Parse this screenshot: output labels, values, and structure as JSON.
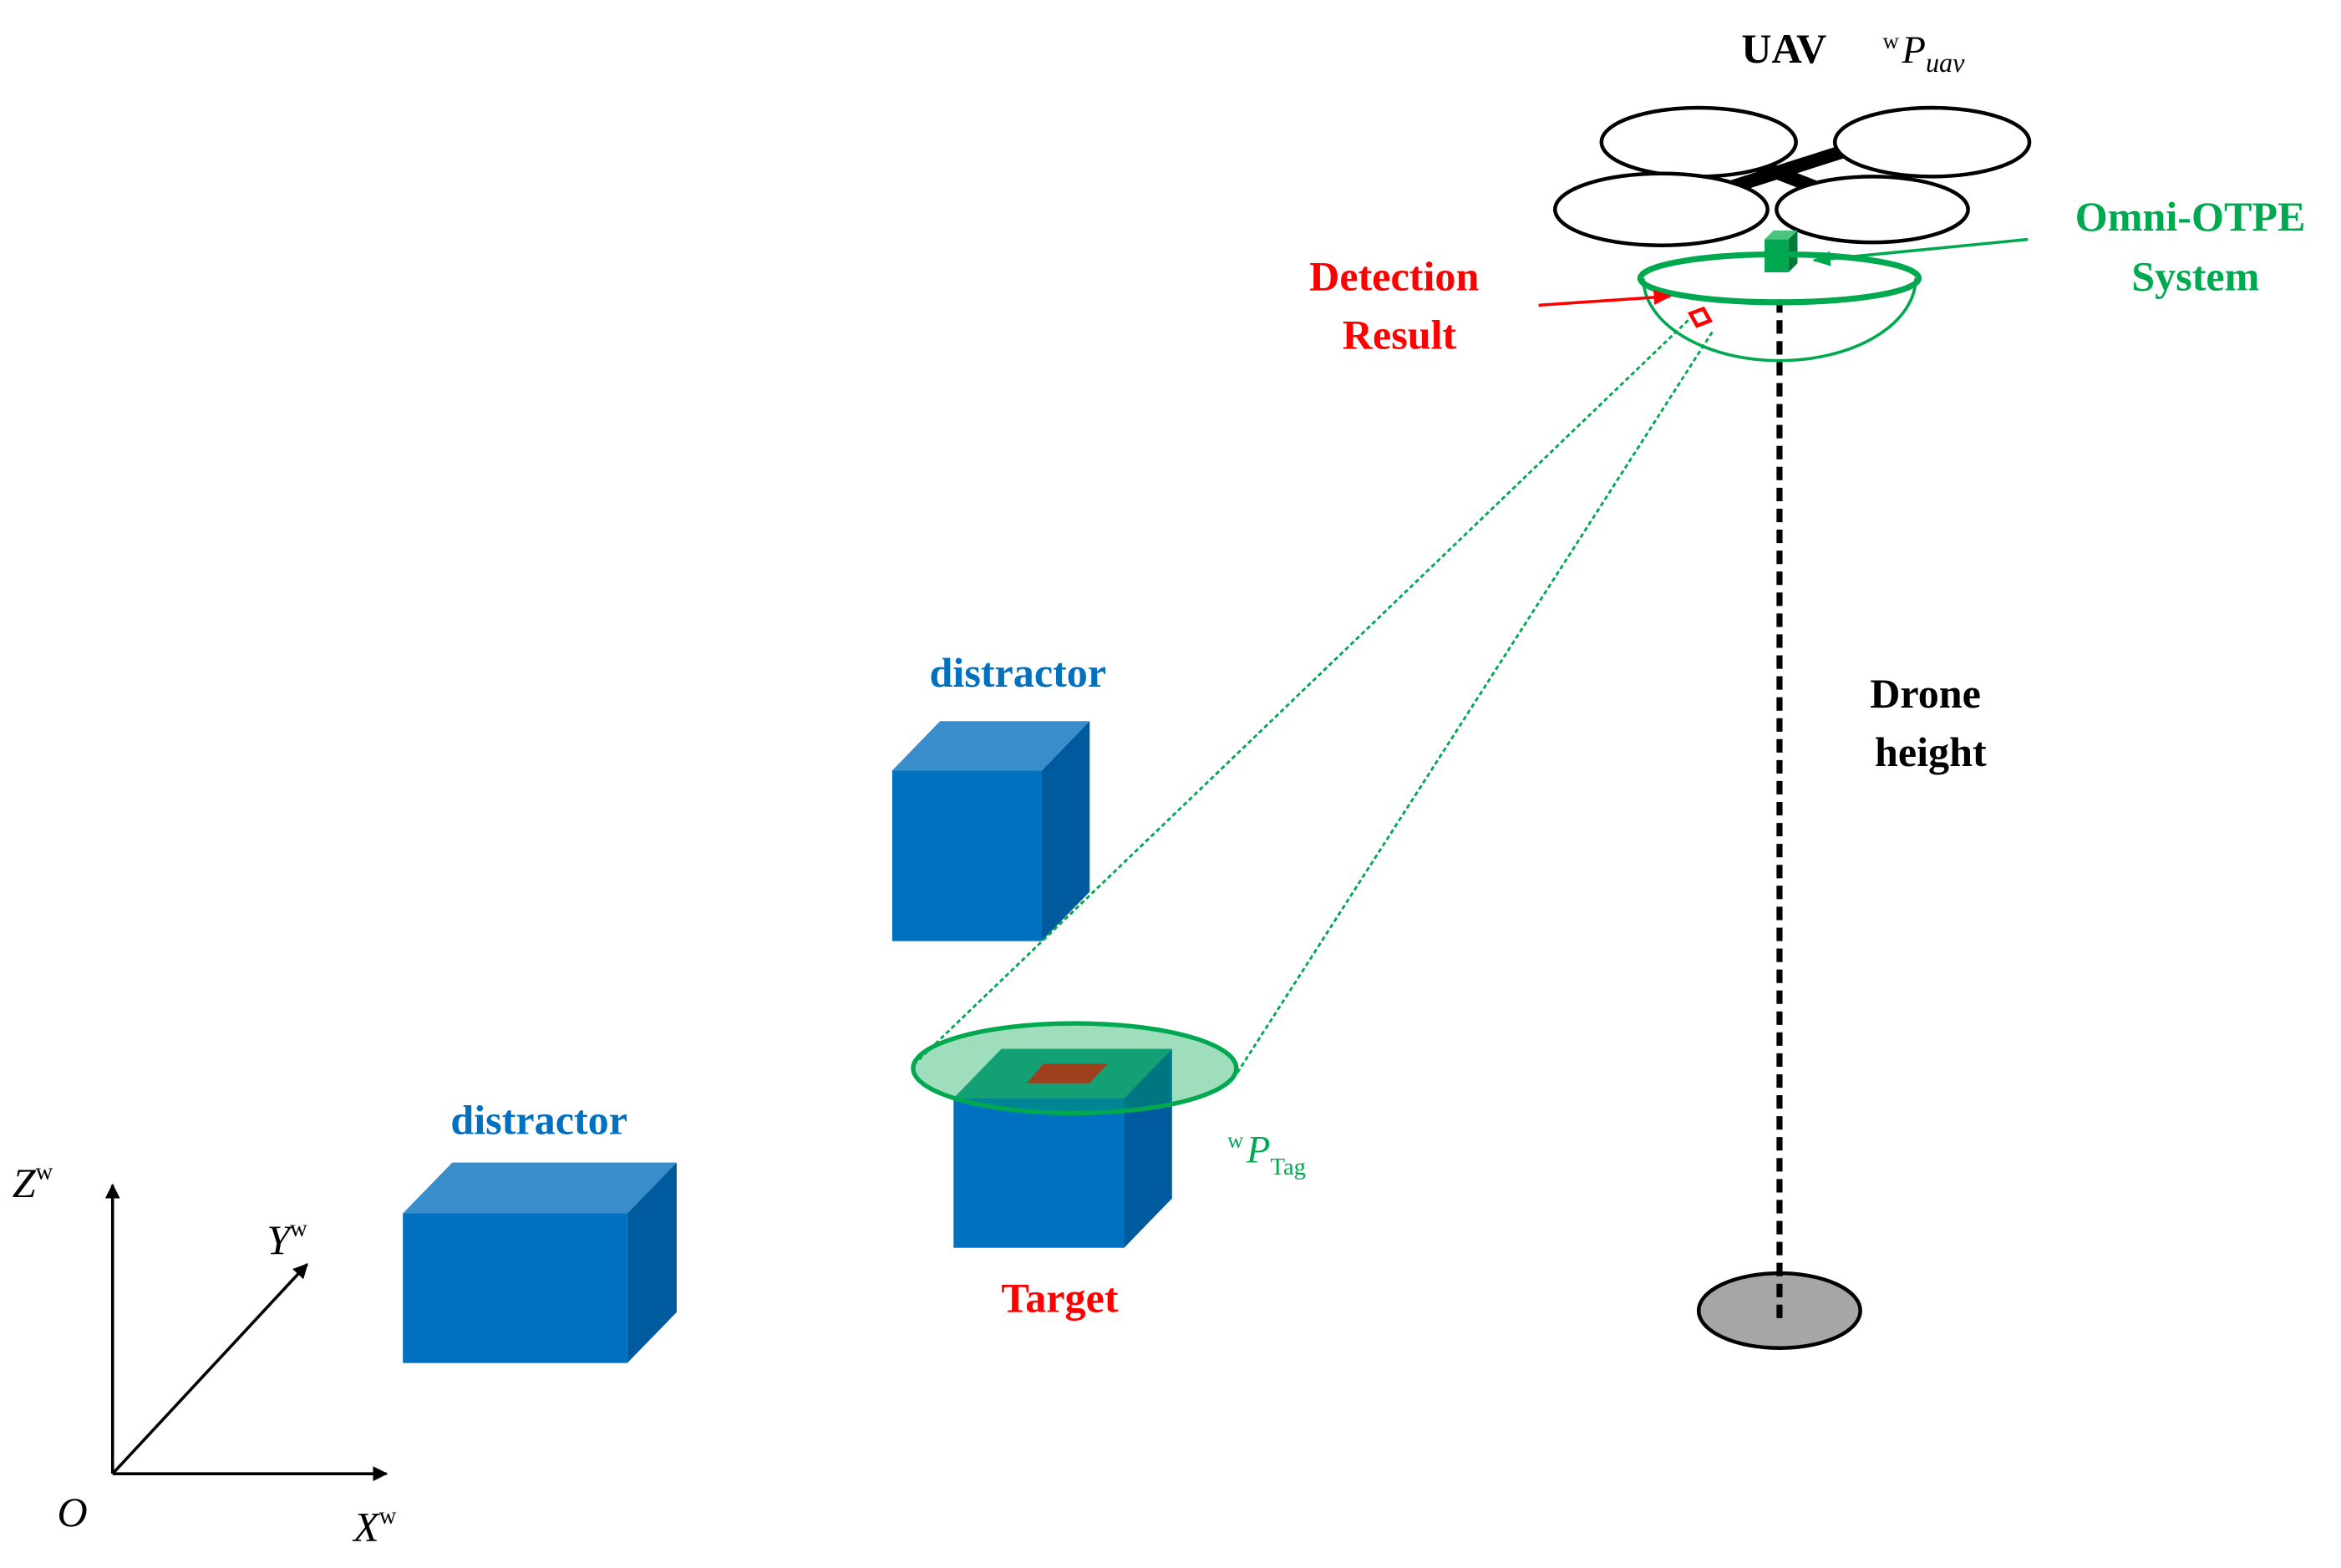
{
  "labels": {
    "uav": "UAV",
    "uav_pose_sup": "w",
    "uav_pose_main": "P",
    "uav_pose_sub": "uav",
    "omni_line1": "Omni-OTPE",
    "omni_line2": "System",
    "detection_line1": "Detection",
    "detection_line2": "Result",
    "distractor_upper": "distractor",
    "distractor_lower": "distractor",
    "target": "Target",
    "tag_pose_sup": "w",
    "tag_pose_main": "P",
    "tag_pose_sub": "Tag",
    "drone_height_line1": "Drone",
    "drone_height_line2": "height",
    "axis_z_main": "Z",
    "axis_z_sup": "w",
    "axis_y_main": "Y",
    "axis_y_sup": "w",
    "axis_x_main": "X",
    "axis_x_sup": "w",
    "origin": "O"
  },
  "colors": {
    "black": "#000000",
    "green": "#00a84f",
    "green_fill": "#7fd4a2",
    "red": "#ff0000",
    "blue_text": "#0070c0",
    "box_front": "#0070c0",
    "box_top": "#3a8dcb",
    "box_side": "#005a9e",
    "target_top": "#1e9c8c",
    "ground_disc": "#a6a6a6"
  }
}
